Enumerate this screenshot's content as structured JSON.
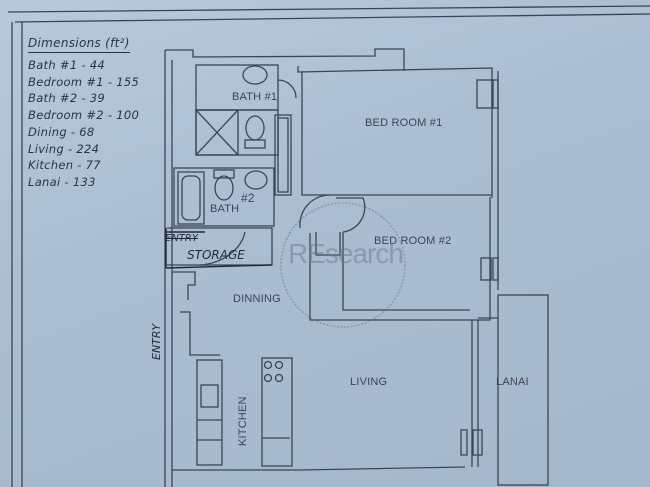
{
  "legend": {
    "title": "Dimensions (ft²)",
    "items": [
      {
        "room": "Bath #1",
        "area": "44",
        "text": "Bath #1 - 44"
      },
      {
        "room": "Bedroom #1",
        "area": "155",
        "text": "Bedroom #1 - 155"
      },
      {
        "room": "Bath #2",
        "area": "39",
        "text": "Bath #2 - 39"
      },
      {
        "room": "Bedroom #2",
        "area": "100",
        "text": "Bedroom #2 - 100"
      },
      {
        "room": "Dining",
        "area": "68",
        "text": "Dining - 68"
      },
      {
        "room": "Living",
        "area": "224",
        "text": "Living - 224"
      },
      {
        "room": "Kitchen",
        "area": "77",
        "text": "Kitchen - 77"
      },
      {
        "room": "Lanai",
        "area": "133",
        "text": "Lanai - 133"
      }
    ]
  },
  "rooms": {
    "bath1": "BATH #1",
    "bedroom1": "BED ROOM #1",
    "bath2_num": "#2",
    "bath2": "BATH",
    "bedroom2": "BED ROOM #2",
    "entry_struck": "ENTRY",
    "storage": "STORAGE",
    "dining": "DINNING",
    "entry": "ENTRY",
    "kitchen": "KITCHEN",
    "living": "LIVING",
    "lanai": "LANAI"
  },
  "watermark": "REsearch",
  "colors": {
    "paper": "#aabdd1",
    "wall_line": "#3b4556",
    "ink": "#1f2a3c"
  }
}
